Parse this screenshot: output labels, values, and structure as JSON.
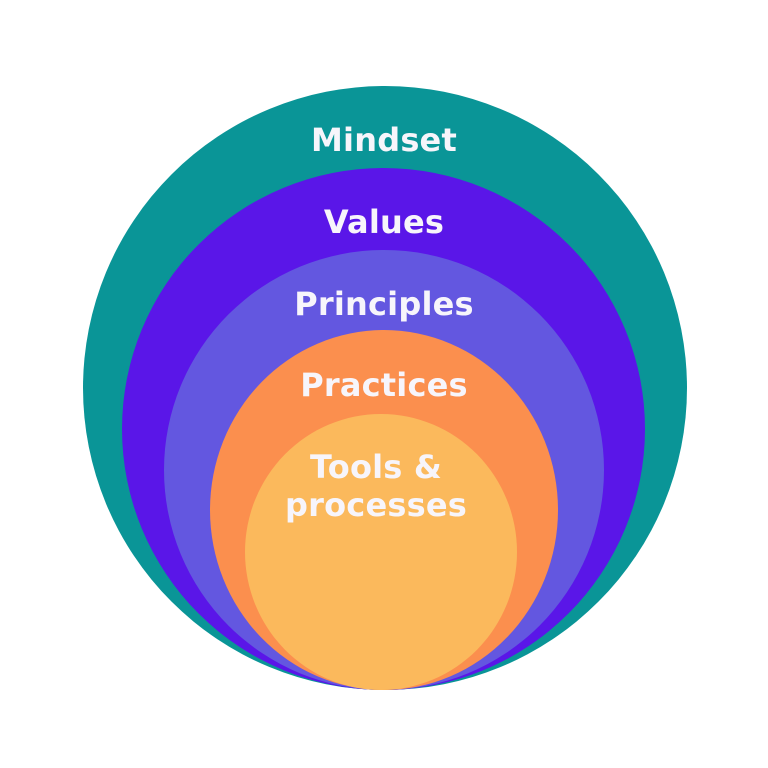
{
  "diagram": {
    "type": "nested-circles",
    "layers": [
      {
        "label": "Mindset",
        "color": "#0a9597"
      },
      {
        "label": "Values",
        "color": "#5a16e8"
      },
      {
        "label": "Principles",
        "color": "#6357e0"
      },
      {
        "label": "Practices",
        "color": "#fb8f4e"
      },
      {
        "label_line1": "Tools &",
        "label_line2": "processes",
        "color": "#fbb95c"
      }
    ]
  }
}
